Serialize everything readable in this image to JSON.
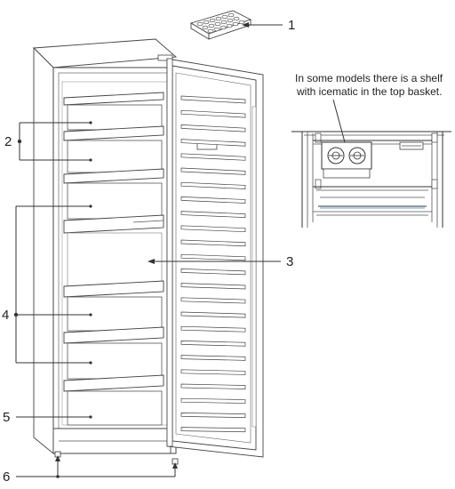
{
  "callouts": {
    "ice_tray": "1",
    "upper_drawers": "2",
    "door": "3",
    "middle_drawers": "4",
    "bottom_drawer": "5",
    "feet": "6"
  },
  "inset_note": {
    "line1": "In some models there is a shelf",
    "line2": "with icematic in the top basket."
  },
  "colors": {
    "line": "#333333",
    "glass_edge": "#6aa0c8"
  }
}
